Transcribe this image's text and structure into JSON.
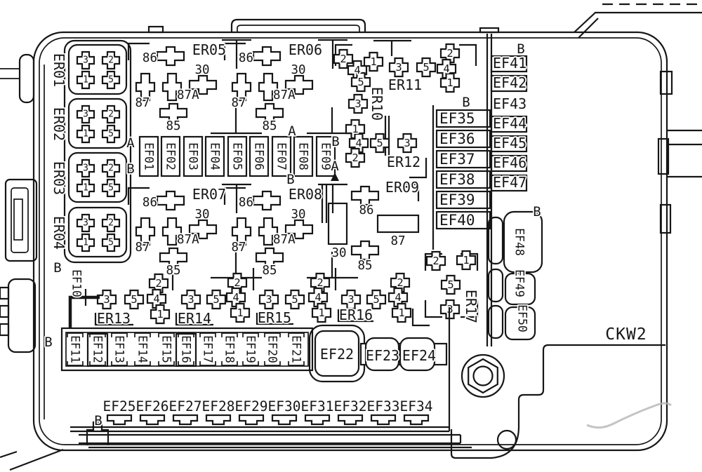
{
  "diagram": {
    "connector": "CKW2",
    "letters": {
      "a": "A",
      "b": "B"
    },
    "pins": {
      "p1": "1",
      "p2": "2",
      "p3": "3",
      "p4": "4",
      "p5": "5",
      "p30": "30",
      "p85": "85",
      "p86": "86",
      "p87": "87",
      "p87a": "87A"
    },
    "relays": {
      "er01": "ER01",
      "er02": "ER02",
      "er03": "ER03",
      "er04": "ER04",
      "er05": "ER05",
      "er06": "ER06",
      "er07": "ER07",
      "er08": "ER08",
      "er09": "ER09",
      "er10": "ER10",
      "er11": "ER11",
      "er12": "ER12",
      "er13": "ER13",
      "er14": "ER14",
      "er15": "ER15",
      "er16": "ER16",
      "er17": "ER17"
    },
    "fuses": {
      "ef01": "EF01",
      "ef02": "EF02",
      "ef03": "EF03",
      "ef04": "EF04",
      "ef05": "EF05",
      "ef06": "EF06",
      "ef07": "EF07",
      "ef08": "EF08",
      "ef09": "EF09",
      "ef10": "EF10",
      "ef11": "EF11",
      "ef12": "EF12",
      "ef13": "EF13",
      "ef14": "EF14",
      "ef15": "EF15",
      "ef16": "EF16",
      "ef17": "EF17",
      "ef18": "EF18",
      "ef19": "EF19",
      "ef20": "EF20",
      "ef21": "EF21",
      "ef22": "EF22",
      "ef23": "EF23",
      "ef24": "EF24",
      "ef25": "EF25",
      "ef26": "EF26",
      "ef27": "EF27",
      "ef28": "EF28",
      "ef29": "EF29",
      "ef30": "EF30",
      "ef31": "EF31",
      "ef32": "EF32",
      "ef33": "EF33",
      "ef34": "EF34",
      "ef35": "EF35",
      "ef36": "EF36",
      "ef37": "EF37",
      "ef38": "EF38",
      "ef39": "EF39",
      "ef40": "EF40",
      "ef41": "EF41",
      "ef42": "EF42",
      "ef43": "EF43",
      "ef44": "EF44",
      "ef45": "EF45",
      "ef46": "EF46",
      "ef47": "EF47",
      "ef48": "EF48",
      "ef49": "EF49",
      "ef50": "EF50"
    }
  }
}
